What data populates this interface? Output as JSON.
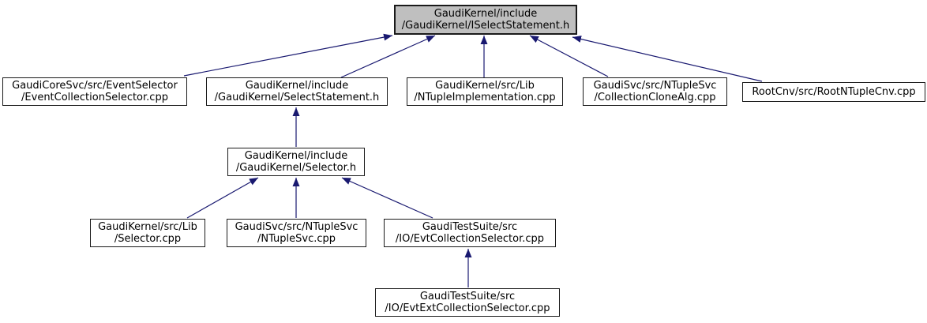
{
  "diagram": {
    "type": "include-dependency-graph",
    "colors": {
      "edge": "#191970",
      "node_border": "#1a1a1a",
      "node_fill": "#ffffff",
      "highlight_fill": "#bfbfbf",
      "background": "#ffffff",
      "text": "#000000"
    },
    "nodes": {
      "iselectstatement_h": {
        "line1": "GaudiKernel/include",
        "line2": "/GaudiKernel/ISelectStatement.h",
        "highlighted": true
      },
      "event_collection_selector_cpp": {
        "line1": "GaudiCoreSvc/src/EventSelector",
        "line2": "/EventCollectionSelector.cpp"
      },
      "select_statement_h": {
        "line1": "GaudiKernel/include",
        "line2": "/GaudiKernel/SelectStatement.h"
      },
      "ntuple_implementation_cpp": {
        "line1": "GaudiKernel/src/Lib",
        "line2": "/NTupleImplementation.cpp"
      },
      "collection_clone_alg_cpp": {
        "line1": "GaudiSvc/src/NTupleSvc",
        "line2": "/CollectionCloneAlg.cpp"
      },
      "root_ntuple_cnv_cpp": {
        "line1": "RootCnv/src/RootNTupleCnv.cpp",
        "line2": ""
      },
      "selector_h": {
        "line1": "GaudiKernel/include",
        "line2": "/GaudiKernel/Selector.h"
      },
      "selector_cpp": {
        "line1": "GaudiKernel/src/Lib",
        "line2": "/Selector.cpp"
      },
      "ntuple_svc_cpp": {
        "line1": "GaudiSvc/src/NTupleSvc",
        "line2": "/NTupleSvc.cpp"
      },
      "evt_collection_selector_cpp": {
        "line1": "GaudiTestSuite/src",
        "line2": "/IO/EvtCollectionSelector.cpp"
      },
      "evt_ext_collection_selector_cpp": {
        "line1": "GaudiTestSuite/src",
        "line2": "/IO/EvtExtCollectionSelector.cpp"
      }
    },
    "edges": [
      {
        "from": "event_collection_selector_cpp",
        "to": "iselectstatement_h"
      },
      {
        "from": "select_statement_h",
        "to": "iselectstatement_h"
      },
      {
        "from": "ntuple_implementation_cpp",
        "to": "iselectstatement_h"
      },
      {
        "from": "collection_clone_alg_cpp",
        "to": "iselectstatement_h"
      },
      {
        "from": "root_ntuple_cnv_cpp",
        "to": "iselectstatement_h"
      },
      {
        "from": "selector_h",
        "to": "select_statement_h"
      },
      {
        "from": "selector_cpp",
        "to": "selector_h"
      },
      {
        "from": "ntuple_svc_cpp",
        "to": "selector_h"
      },
      {
        "from": "evt_collection_selector_cpp",
        "to": "selector_h"
      },
      {
        "from": "evt_ext_collection_selector_cpp",
        "to": "evt_collection_selector_cpp"
      }
    ]
  }
}
